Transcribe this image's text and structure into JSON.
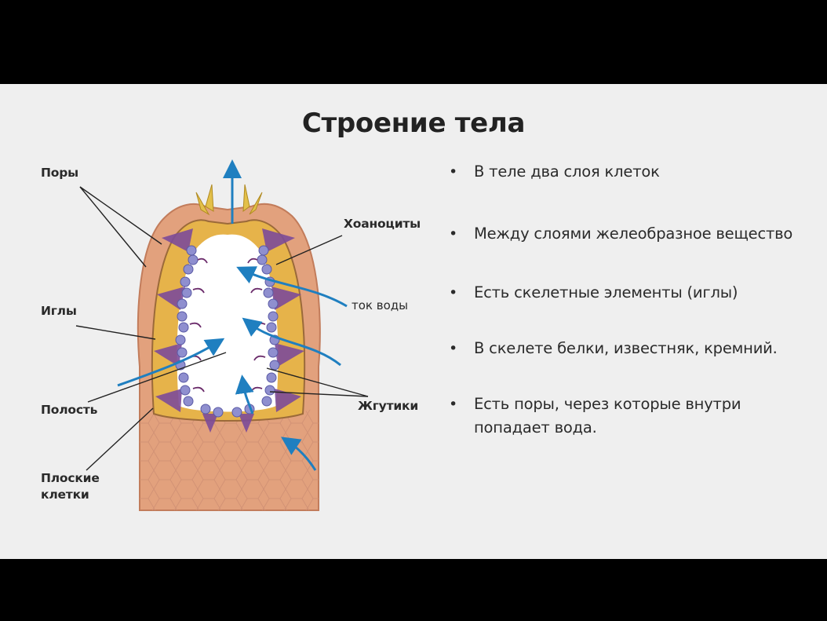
{
  "slide": {
    "title": "Строение тела",
    "bullets": [
      "В теле два слоя клеток",
      "Между слоями желеобразное вещество",
      "Есть скелетные элементы (иглы)",
      "В скелете белки, известняк, кремний.",
      "Есть поры, через которые внутри попадает вода."
    ],
    "bullet_marker": "•"
  },
  "diagram": {
    "labels": {
      "pores": "Поры",
      "spicules": "Иглы",
      "cavity": "Полость",
      "flat_cells_line1": "Плоские",
      "flat_cells_line2": "клетки",
      "choanocytes": "Хоаноциты",
      "water_flow": "ток воды",
      "flagella": "Жгутики"
    },
    "colors": {
      "outer_wall": "#e2a17d",
      "inner_wall": "#c9926a",
      "mesohyl": "#e6b34a",
      "choanocyte": "#8f8fcf",
      "spicule": "#7d4b99",
      "arrow": "#1f7fc0",
      "background": "#efefef",
      "frame": "#000000"
    }
  }
}
